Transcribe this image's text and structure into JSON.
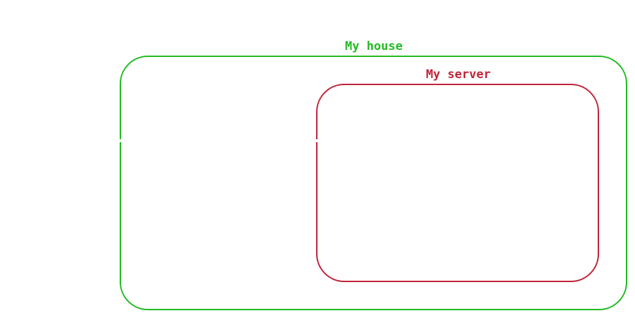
{
  "diagram": {
    "regions": [
      {
        "id": "house",
        "label": "My house",
        "color": "#22bb22"
      },
      {
        "id": "server",
        "label": "My server",
        "color": "#c0253a",
        "parent": "house"
      }
    ]
  }
}
